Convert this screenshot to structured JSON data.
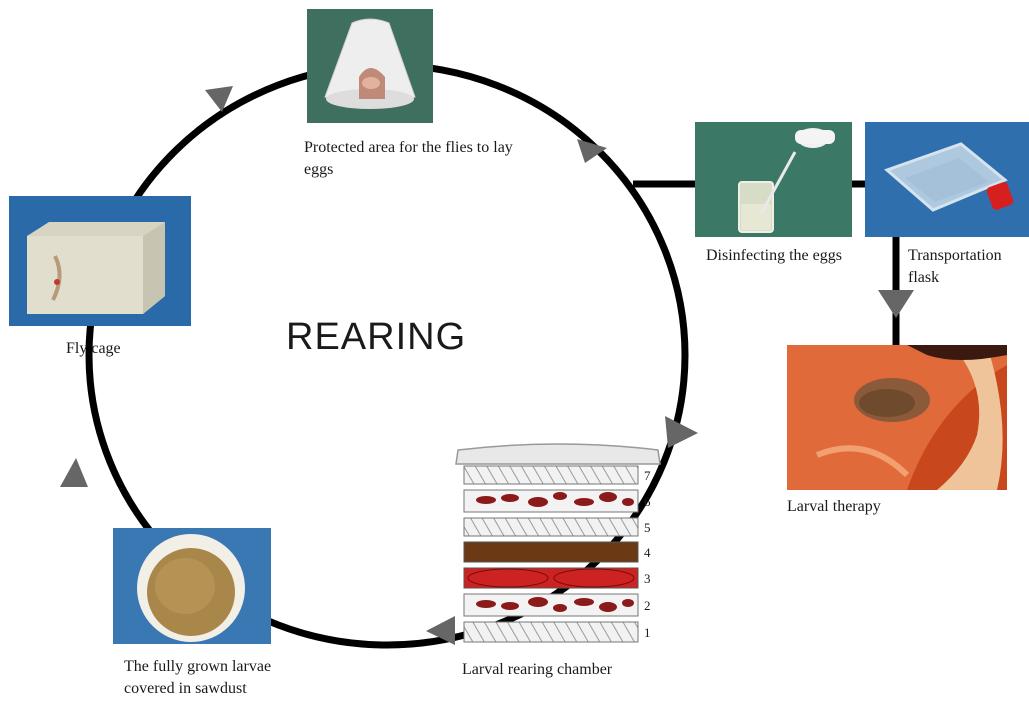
{
  "title": "REARING",
  "labels": {
    "protected_area": "Protected area for the flies to lay eggs",
    "disinfecting": "Disinfecting the eggs",
    "transportation": "Transportation flask",
    "larval_therapy": "Larval therapy",
    "fly_cage": "Fly cage",
    "fully_grown": "The fully grown larvae covered in sawdust",
    "rearing_chamber": "Larval rearing chamber"
  },
  "chamber_layers": [
    "1",
    "2",
    "3",
    "4",
    "5",
    "6",
    "7"
  ],
  "colors": {
    "cycle": "#000000",
    "arrow": "#666666",
    "blood": "#cc2222",
    "sawdust": "#6b3a14"
  }
}
